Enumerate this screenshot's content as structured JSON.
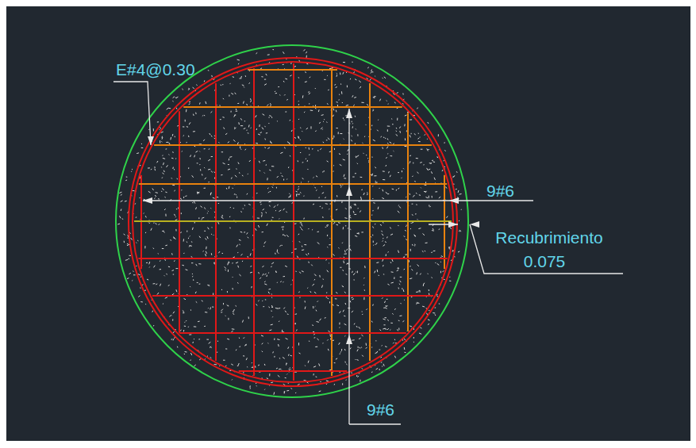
{
  "diagram": {
    "labels": [
      "E#4@0.30",
      "9#6",
      "Recubrimiento",
      "0.075",
      "9#6"
    ]
  }
}
